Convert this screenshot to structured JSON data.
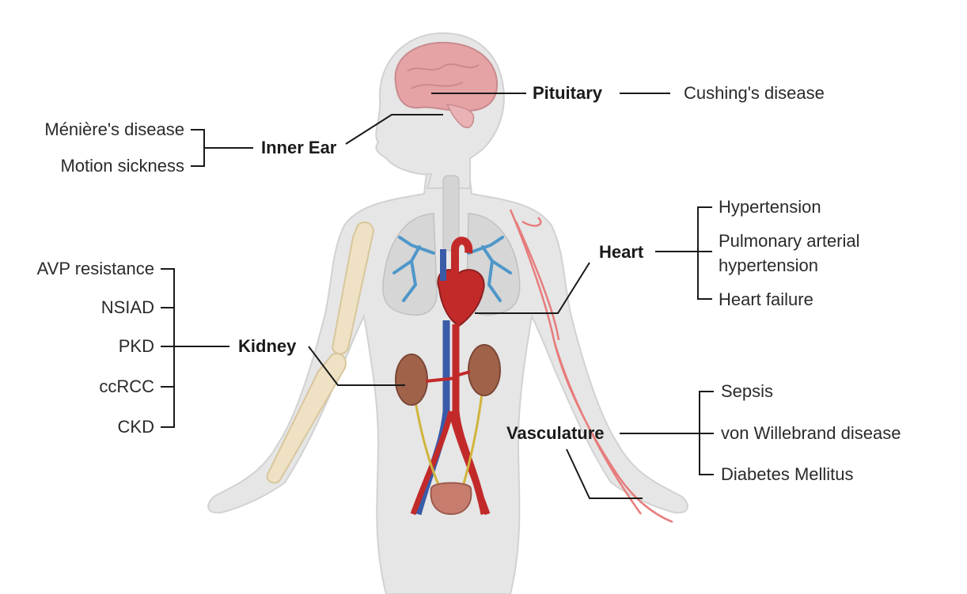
{
  "organs": {
    "pituitary": {
      "label": "Pituitary",
      "conditions": [
        "Cushing's disease"
      ]
    },
    "inner_ear": {
      "label": "Inner Ear",
      "conditions": [
        "Ménière's disease",
        "Motion sickness"
      ]
    },
    "heart": {
      "label": "Heart",
      "conditions": [
        "Hypertension",
        "Pulmonary arterial",
        "hypertension",
        "Heart failure"
      ]
    },
    "kidney": {
      "label": "Kidney",
      "conditions": [
        "AVP resistance",
        "NSIAD",
        "PKD",
        "ccRCC",
        "CKD"
      ]
    },
    "vasculature": {
      "label": "Vasculature",
      "conditions": [
        "Sepsis",
        "von Willebrand disease",
        "Diabetes Mellitus"
      ]
    }
  },
  "colors": {
    "body": "#e6e6e6",
    "body_outline": "#cfcfcf",
    "brain": "#e5a3a6",
    "bone": "#efe2c4",
    "artery": "#c22a2a",
    "vein": "#3a5ba8",
    "kidney": "#a0634a",
    "lung_vessel": "#4f97c9",
    "line": "#1a1a1a"
  }
}
